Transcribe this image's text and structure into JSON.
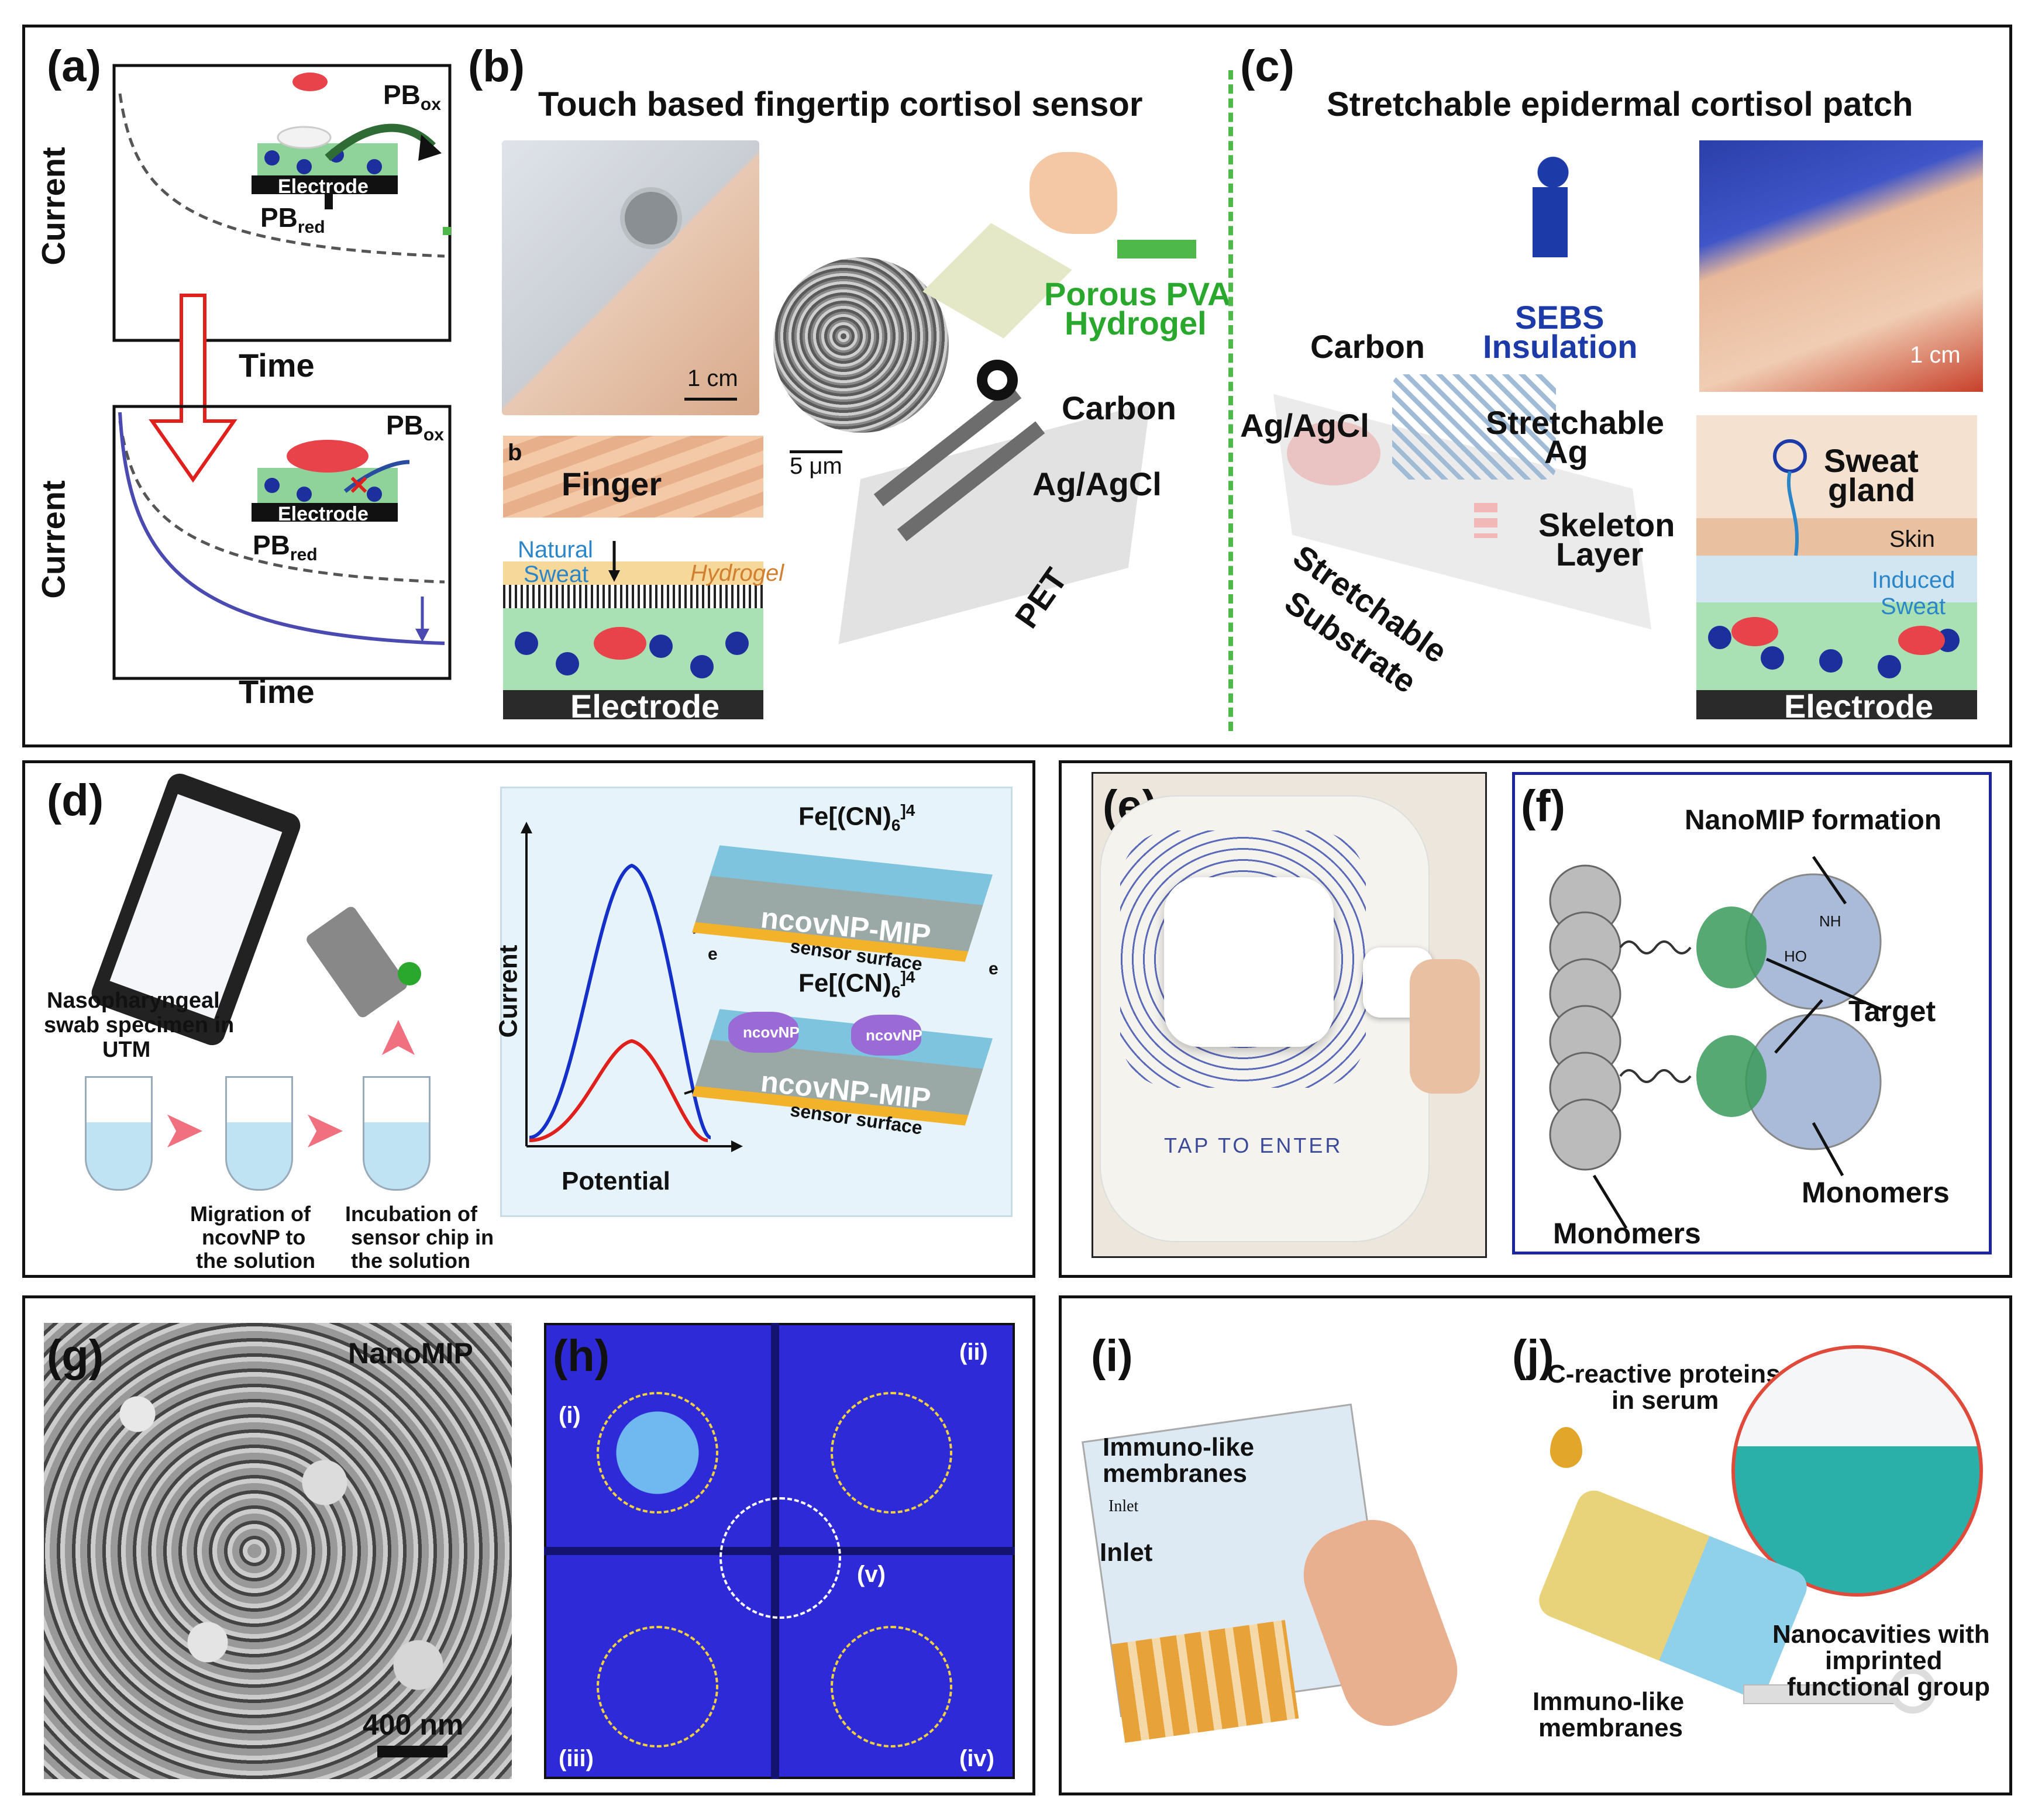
{
  "panel_labels": {
    "a": "(a)",
    "b": "(b)",
    "c": "(c)",
    "d": "(d)",
    "e": "(e)",
    "f": "(f)",
    "g": "(g)",
    "h": "(h)",
    "i": "(i)",
    "j": "(j)"
  },
  "panel_a": {
    "ylabel_top": "Current",
    "xlabel_top": "Time",
    "ylabel_bottom": "Current",
    "xlabel_bottom": "Time",
    "electrode": "Electrode",
    "pb_ox": "PB",
    "ox_sub": "ox",
    "pb_red": "PB",
    "red_sub": "red"
  },
  "panel_b": {
    "title": "Touch based fingertip cortisol sensor",
    "scale_1cm": "1 cm",
    "scale_5um": "5 μm",
    "sub_label": "b",
    "finger": "Finger",
    "natural": "Natural",
    "sweat": "Sweat",
    "hydrogel_small": "Hydrogel",
    "electrode": "Electrode",
    "porous_pva": "Porous PVA",
    "hydrogel": "Hydrogel",
    "carbon": "Carbon",
    "agagcl": "Ag/AgCl",
    "pet": "PET"
  },
  "panel_c": {
    "title": "Stretchable epidermal cortisol patch",
    "sebs": "SEBS",
    "insulation": "Insulation",
    "carbon": "Carbon",
    "agagcl": "Ag/AgCl",
    "stretchable": "Stretchable",
    "ag": "Ag",
    "skeleton": "Skeleton",
    "layer": "Layer",
    "substrate_1": "Stretchable",
    "substrate_2": "Substrate",
    "scale_1cm": "1 cm",
    "sweat": "Sweat",
    "gland": "gland",
    "skin": "Skin",
    "induced": "Induced",
    "induced_sweat": "Sweat",
    "electrode": "Electrode"
  },
  "panel_d": {
    "swab_1": "Nasopharyngeal",
    "swab_2": "swab specimen in",
    "swab_3": "UTM",
    "mig_1": "Migration of",
    "mig_2": "ncovNP to",
    "mig_3": "the solution",
    "inc_1": "Incubation of",
    "inc_2": "sensor chip in",
    "inc_3": "the solution",
    "ylabel": "Current",
    "xlabel": "Potential",
    "fecn_top": "Fe[(CN)",
    "fecn_sub": "6",
    "fecn_sup": "]4",
    "layer_label": "ncovNP-MIP",
    "surface": "sensor surface",
    "ncovnp": "ncovNP",
    "electron": "e",
    "curve_colors": {
      "high": "#1430c8",
      "low": "#e0201c"
    }
  },
  "panel_e": {
    "tap": "TAP TO ENTER"
  },
  "panel_f": {
    "formation": "NanoMIP formation",
    "target": "Target",
    "monomers_right": "Monomers",
    "monomers_left": "Monomers",
    "nh": "NH",
    "ho": "HO"
  },
  "panel_g": {
    "label": "NanoMIP",
    "scale": "400 nm"
  },
  "panel_h": {
    "i": "(i)",
    "ii": "(ii)",
    "iii": "(iii)",
    "iv": "(iv)",
    "v": "(v)"
  },
  "panel_i": {
    "immuno_1": "Immuno-like",
    "immuno_2": "membranes",
    "inlet_small": "Inlet",
    "inlet": "Inlet"
  },
  "panel_j": {
    "crp_1": "C-reactive proteins",
    "crp_2": "in serum",
    "nano_1": "Nanocavities with",
    "nano_2": "imprinted",
    "nano_3": "functional group",
    "imm_1": "Immuno-like",
    "imm_2": "membranes"
  },
  "colors": {
    "electrode_green": "#8fd39a",
    "dot_blue": "#1c2f9c",
    "cluster_red": "#e8424a",
    "arrow_red": "#e0201c",
    "divider_green": "#4fb84a",
    "frame_blue": "#1c24a0",
    "uv_blue": "#2e2ad8",
    "sebs_blue": "#1c3aa8"
  }
}
